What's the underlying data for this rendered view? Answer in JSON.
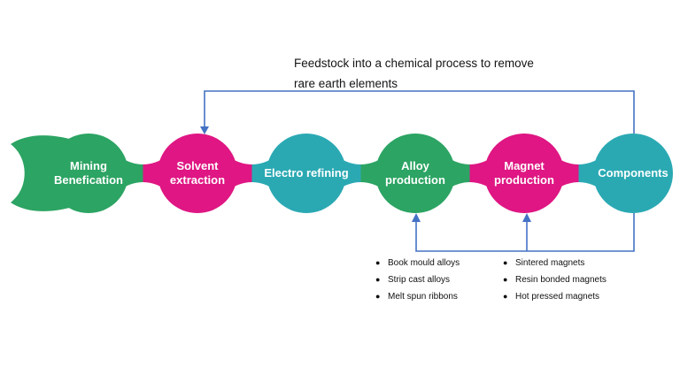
{
  "colors": {
    "green": "#2CA463",
    "pink": "#DF1683",
    "teal": "#2AA9B3",
    "arrow": "#4472C4"
  },
  "annotation": {
    "line1": "Feedstock into a chemical process to remove",
    "line2": "rare earth elements"
  },
  "stages": [
    {
      "label": "Mining Benefication",
      "color": "green"
    },
    {
      "label": "Solvent extraction",
      "color": "pink"
    },
    {
      "label": "Electro refining",
      "color": "teal"
    },
    {
      "label": "Alloy production",
      "color": "green"
    },
    {
      "label": "Magnet production",
      "color": "pink"
    },
    {
      "label": "Components",
      "color": "teal"
    }
  ],
  "alloy_outputs": {
    "items": [
      "Book mould alloys",
      "Strip cast alloys",
      "Melt spun ribbons"
    ]
  },
  "magnet_outputs": {
    "items": [
      "Sintered magnets",
      "Resin bonded magnets",
      "Hot pressed magnets"
    ]
  }
}
